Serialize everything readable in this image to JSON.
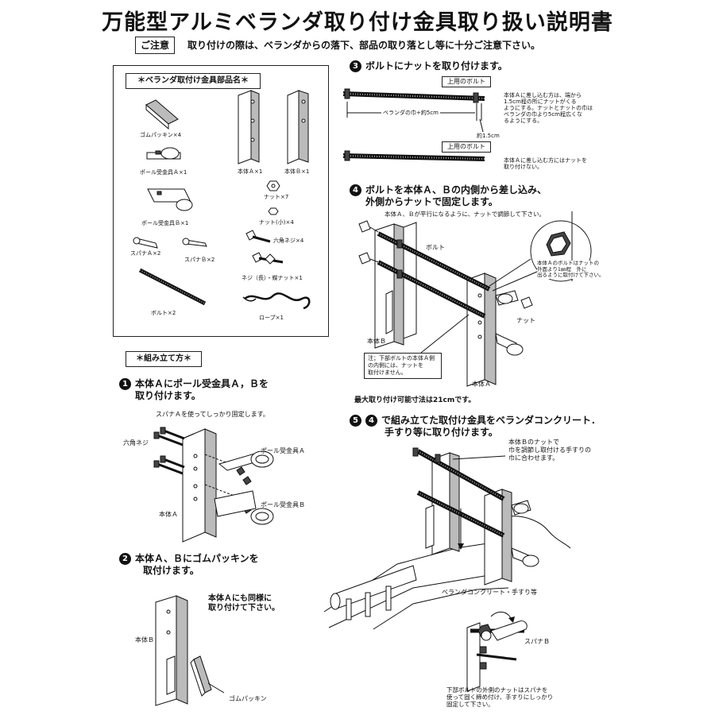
{
  "title": "万能型アルミベランダ取り付け金具取り扱い説明書",
  "caution": {
    "label": "ご注意",
    "text": "取り付けの際は、ベランダからの落下、部品の取り落とし等に十分ご注意下さい。"
  },
  "parts": {
    "heading": "＊ベランダ取付け金具部品名＊",
    "items": [
      "ゴムパッキン×4",
      "ポール受金具Ａ×1",
      "ポール受金具Ｂ×1",
      "スパナＡ×2",
      "スパナＢ×2",
      "ボルト×2",
      "本体Ａ×1",
      "本体Ｂ×1",
      "ナット×7",
      "ナット(小)×4",
      "六角ネジ×4",
      "ネジ（長）・蝶ナット×1",
      "ロープ×1"
    ]
  },
  "assembly": {
    "heading": "＊組み立て方＊"
  },
  "step1": {
    "num": "1",
    "line1": "本体Ａにポール受金具Ａ，Ｂを",
    "line2": "取り付けます。",
    "sub": "スパナＡを使ってしっかり固定します。",
    "labels": [
      "六角ネジ",
      "ポール受金具Ａ",
      "ポール受金具Ｂ",
      "本体Ａ"
    ]
  },
  "step2": {
    "num": "2",
    "line1": "本体Ａ、Ｂにゴムパッキンを",
    "line2": "取付けます。",
    "note_line1": "本体Ａにも同様に",
    "note_line2": "取り付けて下さい。",
    "labels": [
      "本体Ｂ",
      "ゴムパッキン"
    ]
  },
  "step3": {
    "num": "3",
    "head": "ボルトにナットを取り付けます。",
    "box_upper": "上用のボルト",
    "box_lower": "上用のボルト",
    "width_label": "ベランダの巾+約5cm",
    "approx_label": "約1.5cm",
    "note_upper": [
      "本体Ａに差し込む方は、端から",
      "1.5cm程の所にナットがくる",
      "ようにする。ナットとナットの巾は",
      "ベランダの巾より5cm程広くな",
      "るようにする。"
    ],
    "note_lower": [
      "本体Ａに差し込む方にはナットを",
      "取り付けない。"
    ]
  },
  "step4": {
    "num": "4",
    "line1": "ボルトを本体Ａ、Ｂの内側から差し込み、",
    "line2": "外側からナットで固定します。",
    "sub": "本体Ａ、Ｂが平行になるように、ナットで調節して下さい。",
    "labels": [
      "ボルト",
      "ナット",
      "本体Ｂ",
      "本体Ａ"
    ],
    "zoom_note": [
      "本体Ａのボルトはナットの",
      "外面より1㎜程　外に",
      "出るように取付けて下さい。"
    ],
    "caution_note": [
      "注；下部ボルトの本体Ａ側",
      "の内側には、ナットを",
      "取付けません。"
    ],
    "max_size": "最大取り付け可能寸法は21cmです。"
  },
  "step5": {
    "num": "5",
    "num2": "4",
    "line1": "で組み立てた取付け金具をベランダコンクリート．",
    "line2": "手すり等に取り付けます。",
    "note_top": [
      "本体Ｂのナットで",
      "巾を調節し取付ける手すりの",
      "巾に合わせます。"
    ],
    "veranda": "ベランダコンクリート・手すり等",
    "spanner": "スパナＢ",
    "note_bottom": [
      "下部ボルトの外側のナットはスパナを",
      "使って固く締め付け、手すりにしっかり",
      "固定して下さい。"
    ]
  }
}
